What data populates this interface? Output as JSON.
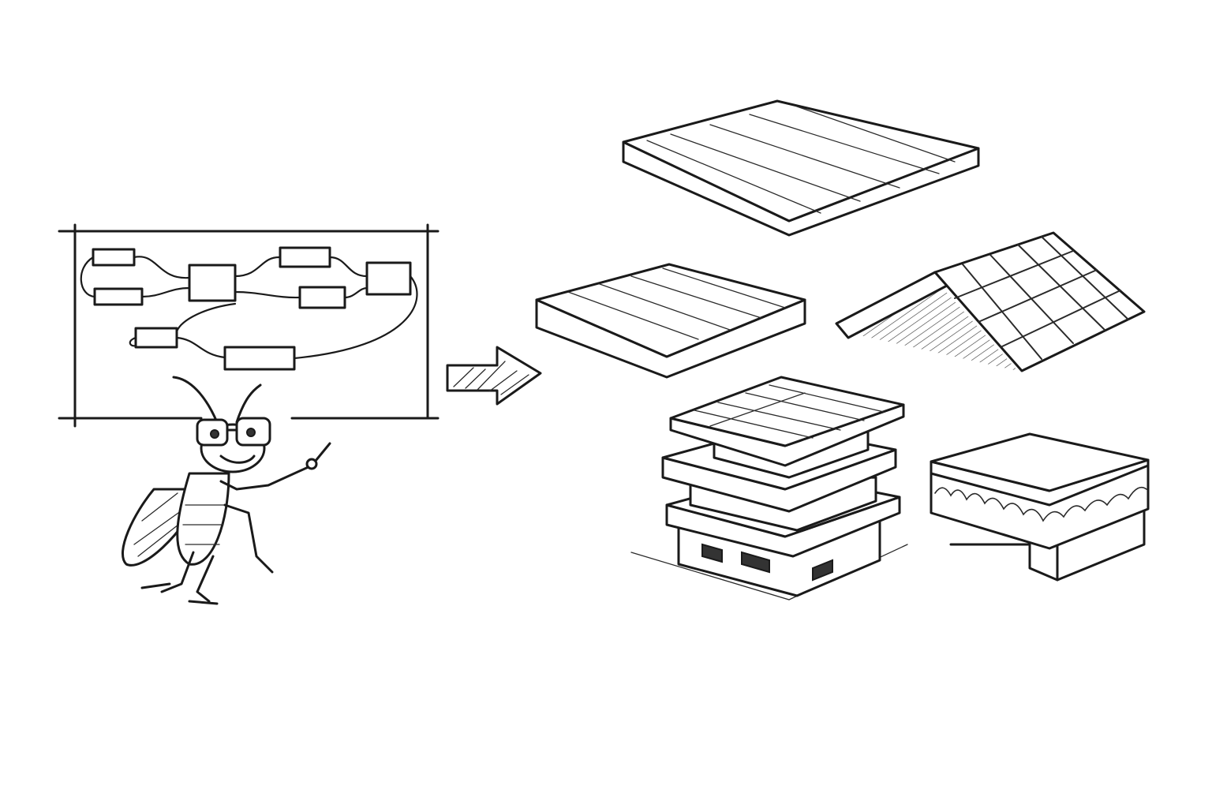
{
  "colors": {
    "ink": "#1a1a1a",
    "paper": "#ffffff"
  },
  "scene": {
    "left": "whiteboard-flowchart-with-cockroach-presenter",
    "connector": "arrow-right-icon",
    "right": [
      "flat-slab",
      "ribbed-slab",
      "gable-tiled-roof",
      "multi-storey-building",
      "insulated-layered-slab"
    ]
  }
}
